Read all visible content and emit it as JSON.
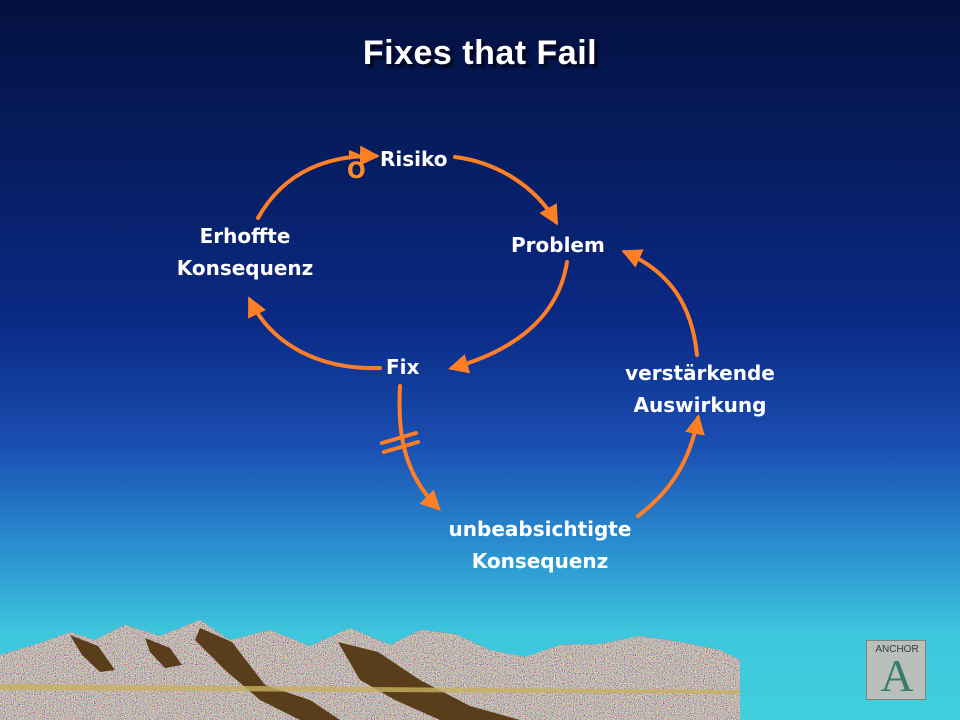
{
  "slide": {
    "title": "Fixes that Fail"
  },
  "diagram": {
    "nodes": {
      "risk": "Risiko",
      "problem": "Problem",
      "fix": "Fix",
      "expected_consequence": [
        "Erhoffte",
        "Konsequenz"
      ],
      "amplifying_effect": [
        "verstärkende",
        "Auswirkung"
      ],
      "unintended_consequence": [
        "unbeabsichtigte",
        "Konsequenz"
      ]
    },
    "polarity_label": "O",
    "delay_marker": "double-bar",
    "arrow_color": "#ff7f27"
  },
  "logo": {
    "text": "ANCHOR",
    "mark": "A"
  },
  "colors": {
    "background_top": "#03103f",
    "background_bottom": "#3fd0dc",
    "title": "#ffffff",
    "arrows": "#ff7f27"
  }
}
